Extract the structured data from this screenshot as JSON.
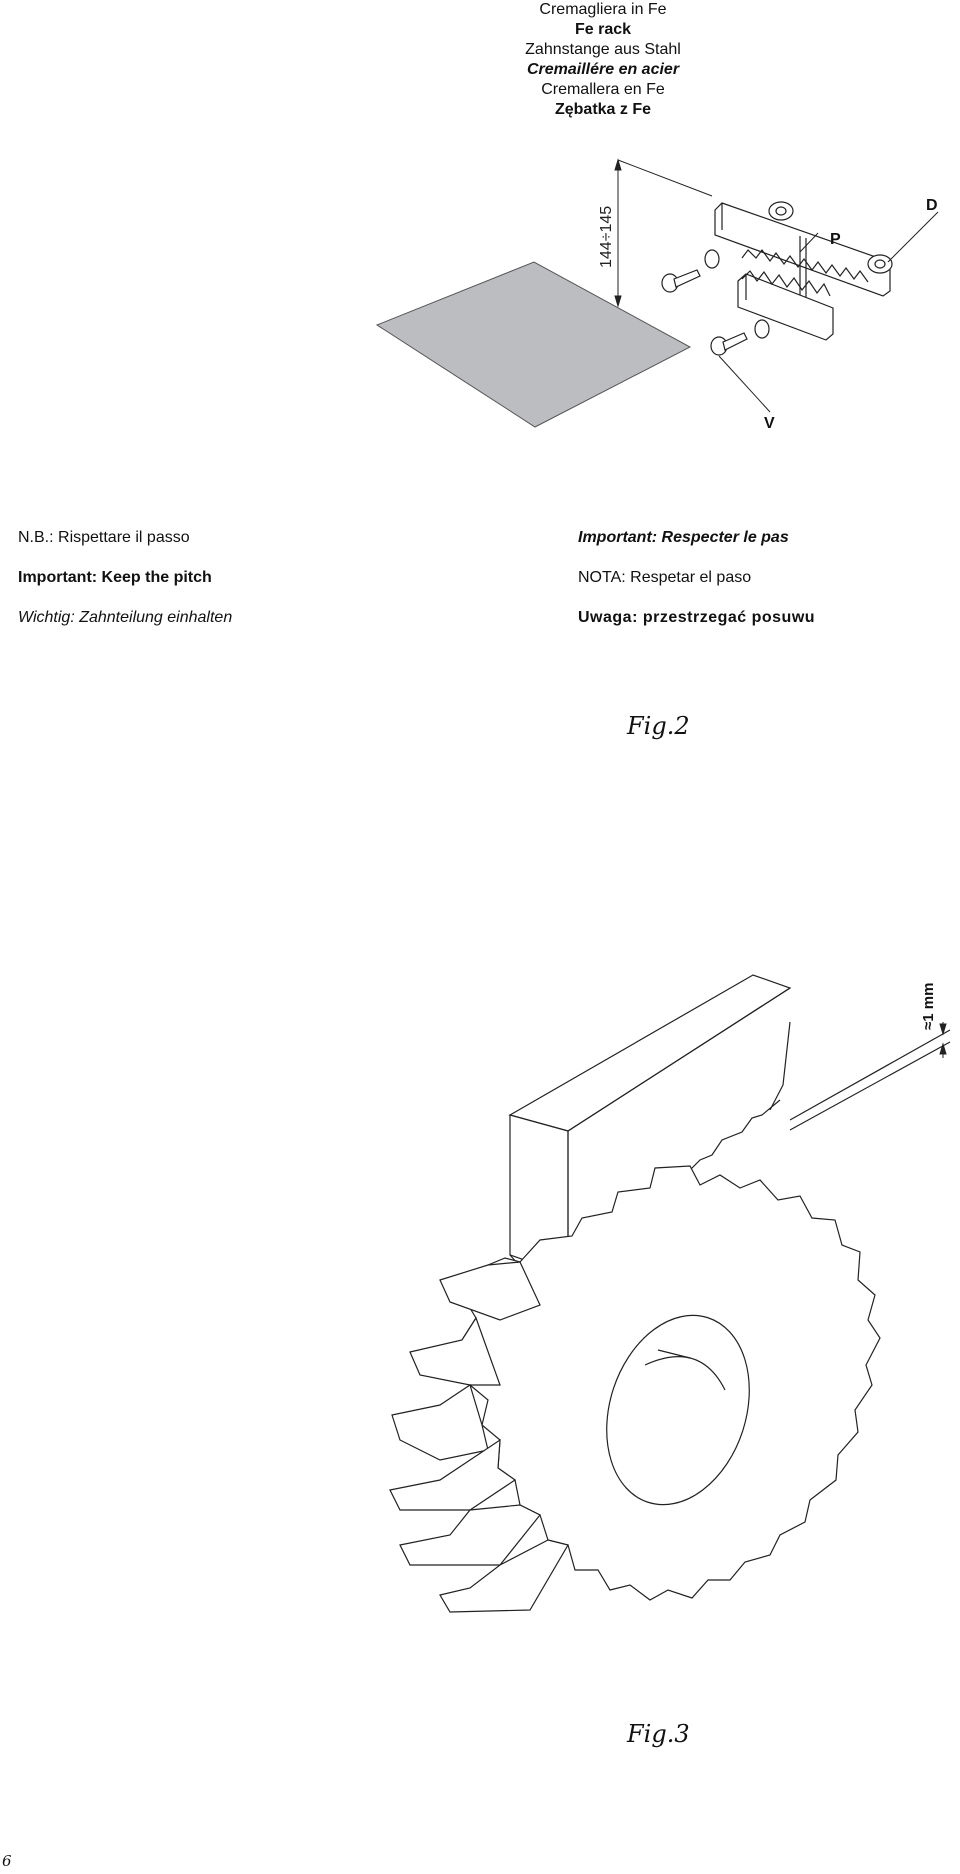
{
  "caption": {
    "lines": [
      "Cremagliera in Fe",
      "Fe rack",
      "Zahnstange aus Stahl",
      "Cremaillére en acier",
      "Cremallera en Fe",
      "Zębatka z Fe"
    ]
  },
  "figure2": {
    "dimension_label": "144÷145",
    "label_p": "P",
    "label_d": "D",
    "label_v": "V",
    "caption": "Fig.2"
  },
  "notes": {
    "left": [
      "N.B.: Rispettare il passo",
      "Important: Keep the pitch",
      "Wichtig: Zahnteilung einhalten"
    ],
    "right": [
      "Important: Respecter le pas",
      "NOTA: Respetar el paso",
      "Uwaga: przestrzegać posuwu"
    ]
  },
  "figure3": {
    "gap_label": "≈1 mm",
    "caption": "Fig.3"
  },
  "page_number": "6"
}
